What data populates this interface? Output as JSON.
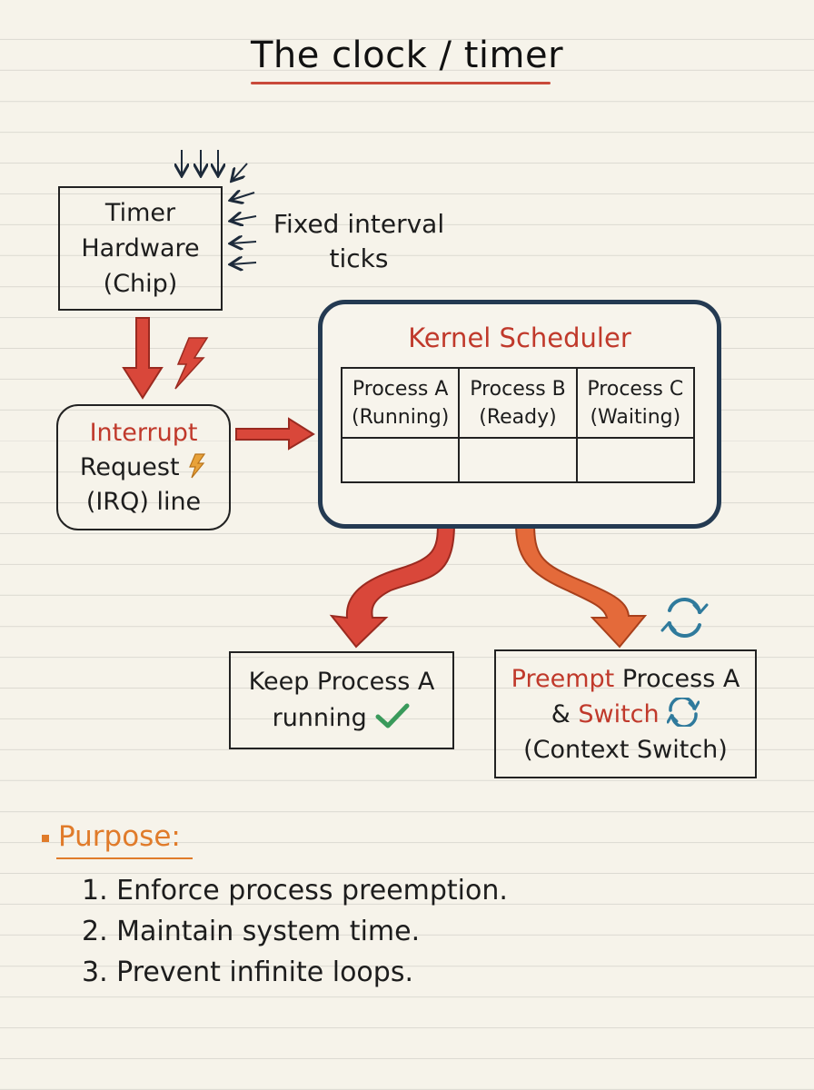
{
  "title": "The clock / timer",
  "timer_box": {
    "line1": "Timer",
    "line2": "Hardware",
    "line3": "(Chip)"
  },
  "ticks_label": {
    "line1": "Fixed interval",
    "line2": "ticks"
  },
  "irq_box": {
    "line1": "Interrupt",
    "line2": "Request",
    "line3": "(IRQ) line"
  },
  "scheduler": {
    "title": "Kernel Scheduler",
    "processes": [
      {
        "name": "Process A",
        "state": "(Running)"
      },
      {
        "name": "Process B",
        "state": "(Ready)"
      },
      {
        "name": "Process C",
        "state": "(Waiting)"
      }
    ]
  },
  "keep_box": {
    "line1": "Keep Process A",
    "line2": "running"
  },
  "preempt_box": {
    "preempt": "Preempt",
    "line1_rest": " Process A",
    "amp": "& ",
    "switch": "Switch",
    "line3": "(Context Switch)"
  },
  "purpose": {
    "heading": "Purpose:",
    "items": [
      "1. Enforce process preemption.",
      "2. Maintain system time.",
      "3. Prevent infinite loops."
    ]
  },
  "colors": {
    "accent_red": "#c0392b",
    "accent_orange": "#e07b2a",
    "scheduler_border": "#243a52",
    "check_green": "#3a9a5b",
    "switch_blue": "#2f7a9c"
  },
  "icons": [
    "tick-arrow-icon",
    "lightning-icon",
    "check-icon",
    "cycle-icon"
  ]
}
